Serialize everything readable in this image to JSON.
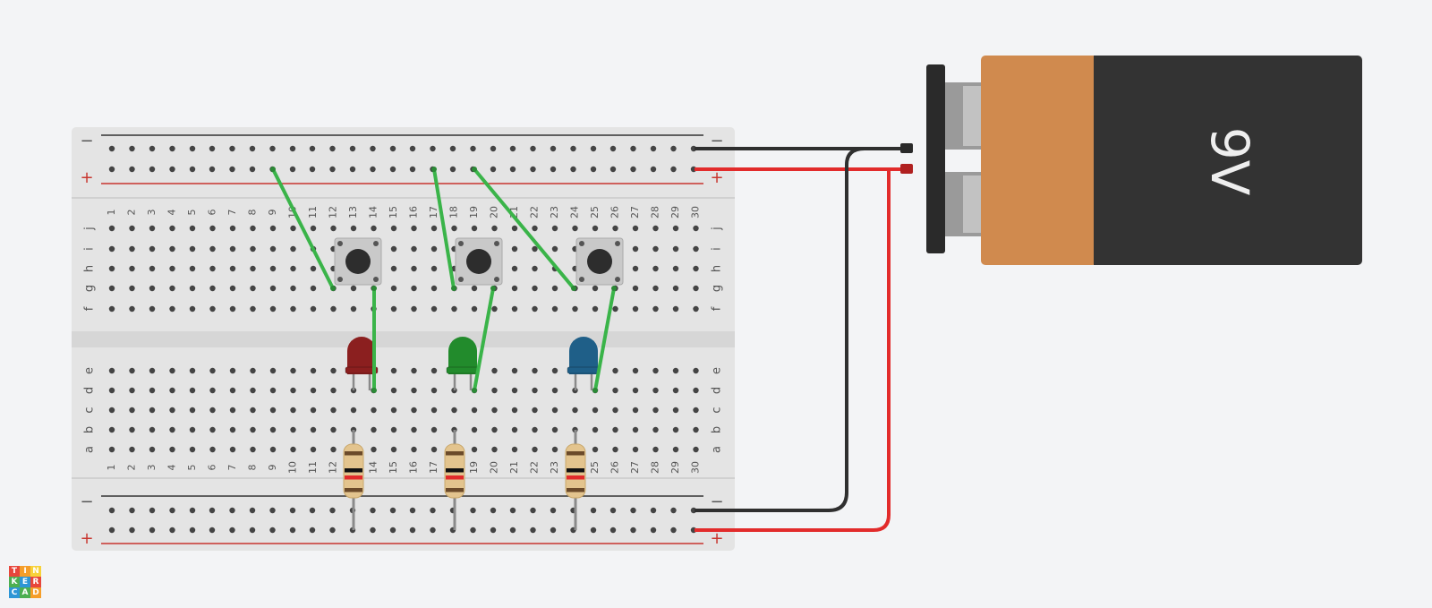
{
  "breadboard": {
    "columns": [
      "1",
      "2",
      "3",
      "4",
      "5",
      "6",
      "7",
      "8",
      "9",
      "10",
      "11",
      "12",
      "13",
      "14",
      "15",
      "16",
      "17",
      "18",
      "19",
      "20",
      "21",
      "22",
      "23",
      "24",
      "25",
      "26",
      "27",
      "28",
      "29",
      "30"
    ],
    "top_rows": [
      "j",
      "i",
      "h",
      "g",
      "f"
    ],
    "bottom_rows": [
      "e",
      "d",
      "c",
      "b",
      "a"
    ],
    "rail_minus": "−",
    "rail_plus": "+"
  },
  "battery": {
    "label": "9V",
    "color_copper": "#d08a4e",
    "color_body": "#333333"
  },
  "colors": {
    "board": "#e4e4e4",
    "wire_green": "#3ab449",
    "wire_red": "#e22b2b",
    "wire_black": "#2f2f2f",
    "led_red": "#8b1f1f",
    "led_green": "#228b2c",
    "led_blue": "#1f5f88"
  },
  "logo": {
    "letters": [
      "T",
      "I",
      "N",
      "K",
      "E",
      "R",
      "C",
      "A",
      "D"
    ],
    "colors": [
      "#e7463c",
      "#f59e2a",
      "#f7d23a",
      "#4caf50",
      "#2d96d6",
      "#e7463c",
      "#2d96d6",
      "#4caf50",
      "#f59e2a"
    ]
  }
}
